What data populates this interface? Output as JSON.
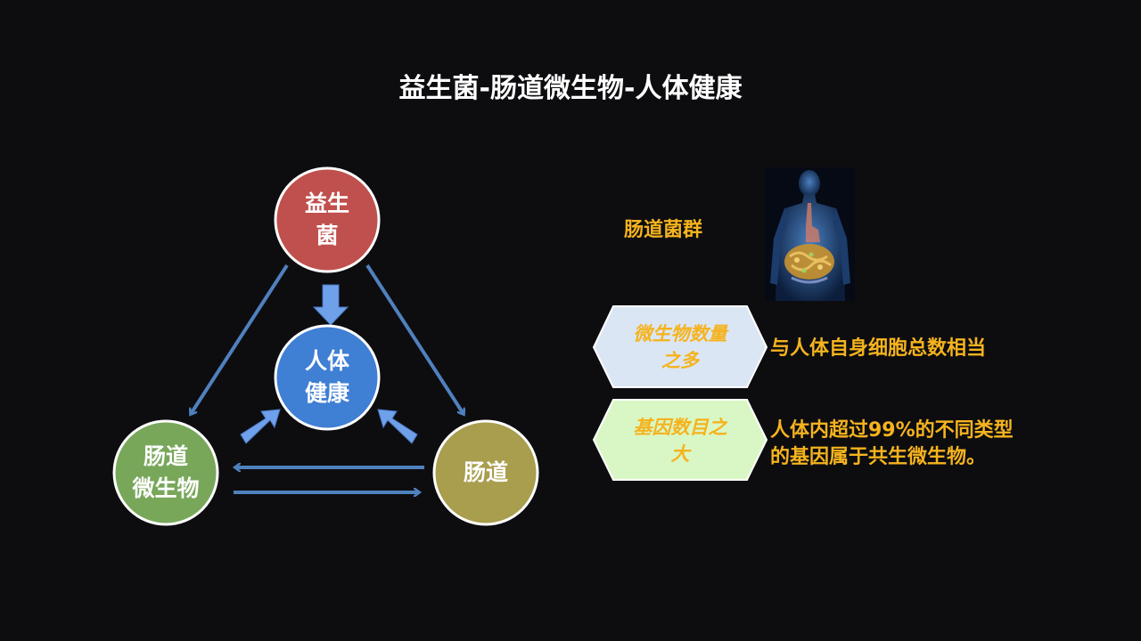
{
  "title": "益生菌-肠道微生物-人体健康",
  "diagram": {
    "nodes": {
      "probiotic": {
        "line1": "益生",
        "line2": "菌",
        "color": "#c0504d"
      },
      "health": {
        "line1": "人体",
        "line2": "健康",
        "color": "#3f7fd4"
      },
      "microbes": {
        "line1": "肠道",
        "line2": "微生物",
        "color": "#78a75a"
      },
      "gut": {
        "label": "肠道",
        "color": "#a99d4e"
      }
    },
    "arrow_color": "#4f81bd",
    "block_arrow_color": "#6fa0ea"
  },
  "right_panel": {
    "flora_label": "肠道菌群",
    "figure_icon": "human-gut-anatomy-icon",
    "features": [
      {
        "hex_line1": "微生物数量",
        "hex_line2": "之多",
        "hex_color": "#dbe6f4",
        "desc_line1": "与人体自身细胞总数相当",
        "desc_line2": ""
      },
      {
        "hex_line1": "基因数目之",
        "hex_line2": "大",
        "hex_color": "#d9f7c4",
        "desc_line1": "人体内超过99%的不同类型",
        "desc_line2": "的基因属于共生微生物。"
      }
    ],
    "accent_color": "#f5b31e"
  }
}
